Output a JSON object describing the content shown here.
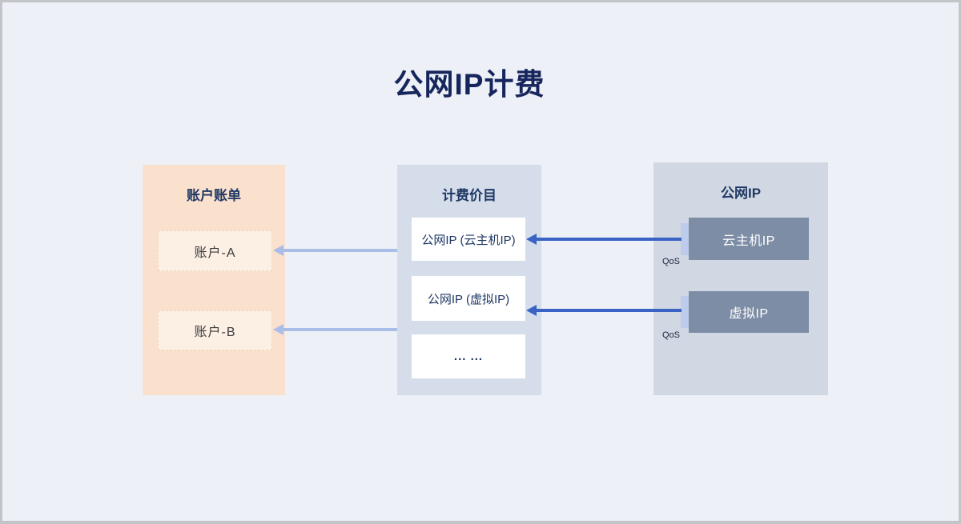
{
  "title": "公网IP计费",
  "panels": {
    "accounts": {
      "title": "账户账单",
      "items": [
        {
          "label": "账户-A"
        },
        {
          "label": "账户-B"
        }
      ]
    },
    "pricing": {
      "title": "计费价目",
      "items": [
        {
          "label": "公网IP (云主机IP)"
        },
        {
          "label": "公网IP (虚拟IP)"
        },
        {
          "label": "... ..."
        }
      ]
    },
    "public_ip": {
      "title": "公网IP",
      "items": [
        {
          "label": "云主机IP",
          "qos_label": "QoS"
        },
        {
          "label": "虚拟IP",
          "qos_label": "QoS"
        }
      ]
    }
  },
  "connections": [
    {
      "from": "云主机IP",
      "to": "公网IP (云主机IP)",
      "style": "dark-blue",
      "annotation": "QoS"
    },
    {
      "from": "虚拟IP",
      "to": "公网IP (虚拟IP)",
      "style": "dark-blue",
      "annotation": "QoS"
    },
    {
      "from": "公网IP (云主机IP)",
      "to": "账户-A",
      "style": "light-blue"
    },
    {
      "from": "公网IP (虚拟IP)",
      "to": "账户-B",
      "style": "light-blue"
    }
  ],
  "colors": {
    "canvas_bg": "#EDF1F7",
    "border": "#C2C4C8",
    "title_navy": "#16255C",
    "panel_accounts_bg": "#FAE1CE",
    "account_box_bg": "#FCEFE4",
    "panel_pricing_bg": "#D5DDEB",
    "price_box_bg": "#FFFFFF",
    "panel_public_ip_bg": "#D2D8E3",
    "ip_node_bg": "#7D8DA5",
    "ip_tab_bg": "#BDCBED",
    "arrow_dark": "#3B63C6",
    "arrow_light": "#A9BDE6"
  }
}
